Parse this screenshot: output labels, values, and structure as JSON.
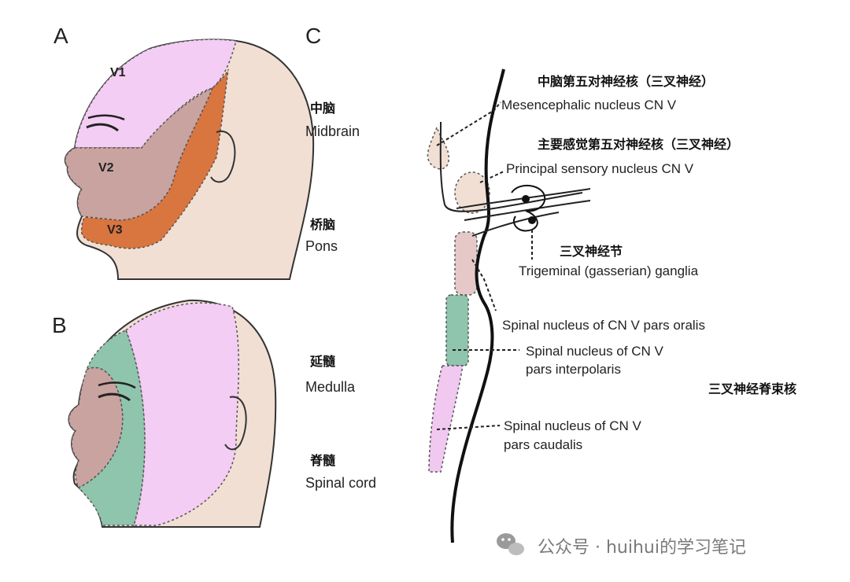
{
  "panels": {
    "a": "A",
    "b": "B",
    "c": "C"
  },
  "face_regions": {
    "v1": "V1",
    "v2": "V2",
    "v3": "V3"
  },
  "brain_levels": [
    {
      "zh": "中脑",
      "en": "Midbrain"
    },
    {
      "zh": "桥脑",
      "en": "Pons"
    },
    {
      "zh": "延髓",
      "en": "Medulla"
    },
    {
      "zh": "脊髓",
      "en": "Spinal cord"
    }
  ],
  "nuclei": {
    "mesencephalic_zh": "中脑第五对神经核（三叉神经）",
    "mesencephalic_en": "Mesencephalic nucleus CN V",
    "principal_zh": "主要感觉第五对神经核（三叉神经）",
    "principal_en": "Principal sensory nucleus CN V",
    "ganglion_zh": "三叉神经节",
    "ganglion_en": "Trigeminal (gasserian) ganglia",
    "oralis_en": "Spinal nucleus of CN V pars oralis",
    "interpolaris_en_1": "Spinal nucleus of CN V",
    "interpolaris_en_2": "pars interpolaris",
    "spinal_tract_zh": "三叉神经脊束核",
    "caudalis_en_1": "Spinal nucleus of CN V",
    "caudalis_en_2": "pars caudalis"
  },
  "watermark": {
    "text": "公众号 · huihui的学习笔记",
    "icon": "wechat-icon"
  },
  "colors": {
    "v1": "#f3cdf3",
    "v2": "#c8a3a0",
    "v3": "#d9753f",
    "skin": "#f1dfd4",
    "oral": "#bfe0d2",
    "green": "#8fc4ad",
    "pink_nucleus": "#e6c8c8",
    "caudal": "#f0c8f0"
  }
}
